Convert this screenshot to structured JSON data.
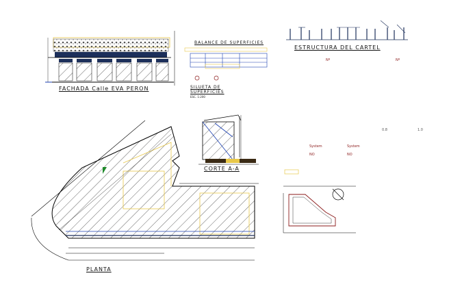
{
  "titles": {
    "facade": "FACHADA Calle EVA PERON",
    "balance": "BALANCE DE SUPERFICIES",
    "sign_structure": "ESTRUCTURA DEL CARTEL",
    "silhouette_line1": "SILUETA DE",
    "silhouette_line2": "SUPERFICIES",
    "silhouette_scale": "ESC. 1:200",
    "section": "CORTE A-A",
    "plan": "PLANTA"
  },
  "labels": {
    "no_1": "Nº",
    "no_2": "Nº",
    "val_08": "0.8",
    "val_10": "1.0",
    "system_1": "System",
    "system_2": "System",
    "no_red_1": "NO",
    "no_red_2": "NO"
  },
  "colors": {
    "line": "#000000",
    "accent_yellow": "#e8c84a",
    "accent_blue": "#1a3fb0",
    "accent_green": "#1f8a2a",
    "accent_red": "#8b1a1a",
    "accent_navy": "#1c2f5a"
  }
}
